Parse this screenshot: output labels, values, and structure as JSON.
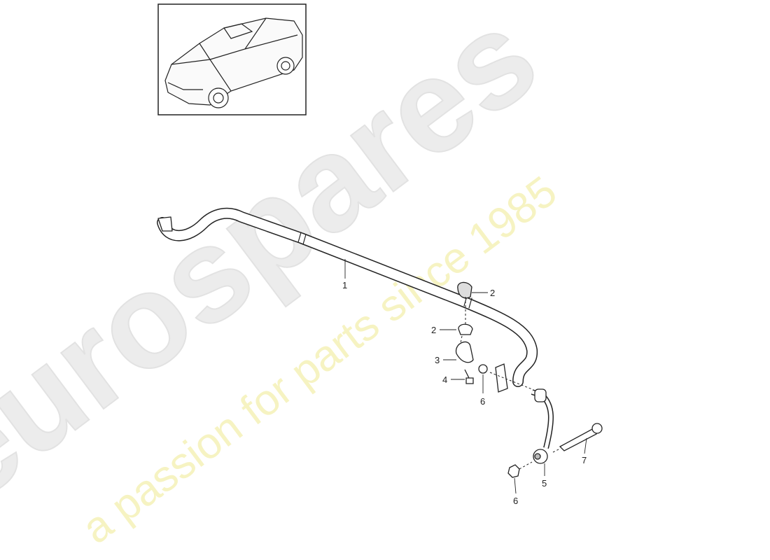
{
  "watermark": {
    "brand": "eurospares",
    "tagline": "a passion for parts since 1985",
    "tagline_color": "#f3efb0"
  },
  "thumbnail": {
    "icon": "suv-car-illustration"
  },
  "callouts": [
    {
      "id": "c1",
      "text": "1"
    },
    {
      "id": "c2a",
      "text": "2"
    },
    {
      "id": "c2b",
      "text": "2"
    },
    {
      "id": "c3",
      "text": "3"
    },
    {
      "id": "c4",
      "text": "4"
    },
    {
      "id": "c6a",
      "text": "6"
    },
    {
      "id": "c7",
      "text": "7"
    },
    {
      "id": "c5",
      "text": "5"
    },
    {
      "id": "c6b",
      "text": "6"
    }
  ]
}
